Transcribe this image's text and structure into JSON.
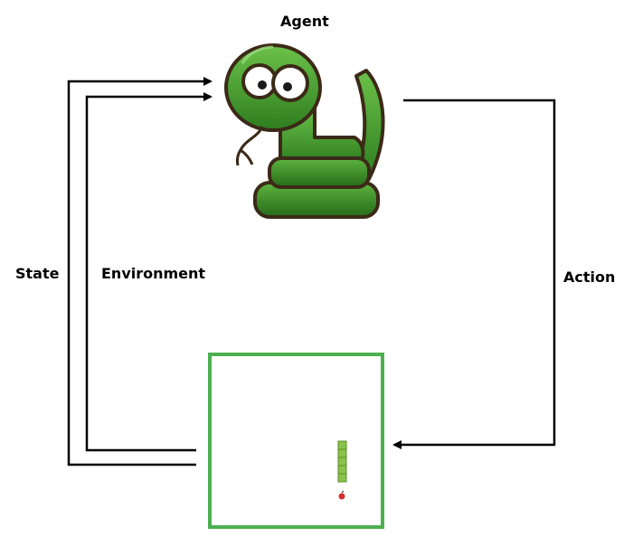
{
  "labels": {
    "agent": "Agent",
    "state": "State",
    "environment": "Environment",
    "action": "Action"
  },
  "colors": {
    "snake_body": "#3f9a2e",
    "snake_outline": "#3b2a17",
    "environment_border": "#4caf50",
    "game_snake": "#8bc34a",
    "food": "#d32f2f",
    "arrow": "#000000"
  },
  "icons": {
    "agent": "snake-mascot-icon",
    "environment_food": "apple-icon"
  }
}
